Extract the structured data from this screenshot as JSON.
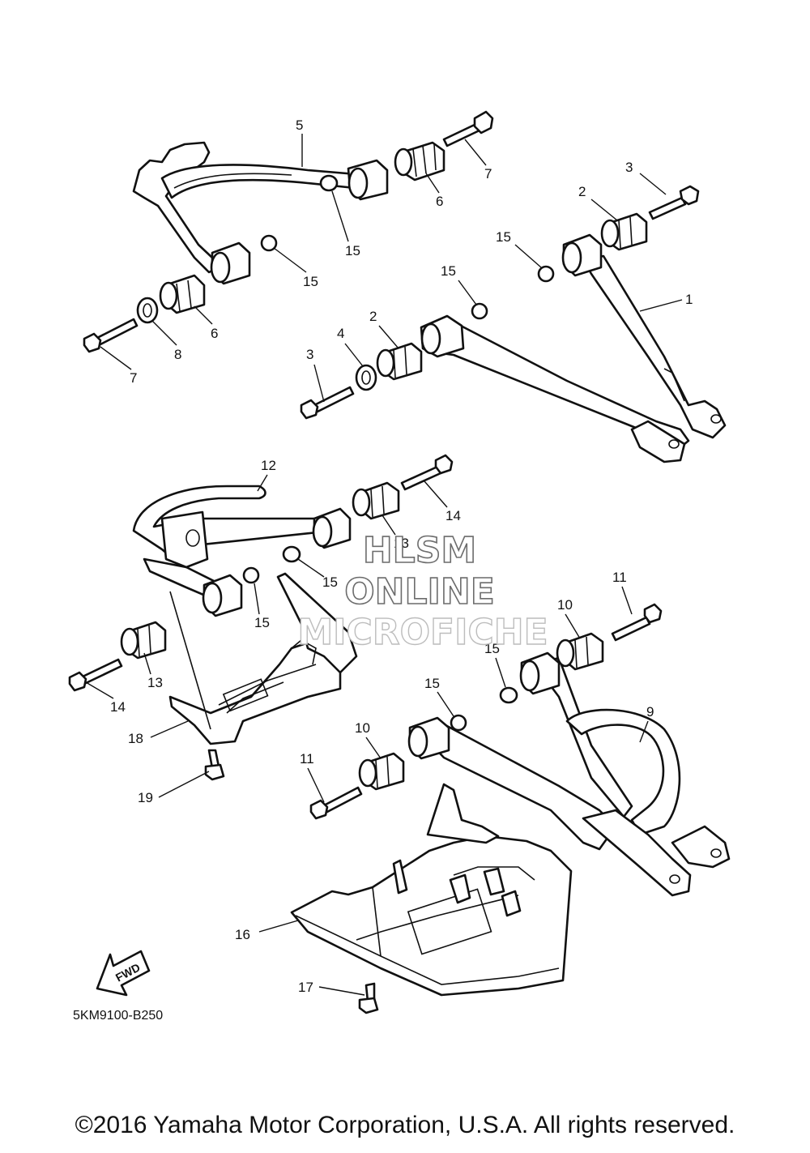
{
  "diagram": {
    "callouts": [
      "1",
      "2",
      "3",
      "4",
      "5",
      "6",
      "7",
      "8",
      "9",
      "10",
      "11",
      "12",
      "13",
      "14",
      "15",
      "16",
      "17",
      "18",
      "19"
    ],
    "fwd_label": "FWD",
    "diagram_code": "5KM9100-B250"
  },
  "watermark": {
    "line1": "HLSM",
    "line2": "ONLINE",
    "line3": "MICROFICHE"
  },
  "copyright": "©2016 Yamaha Motor Corporation, U.S.A. All rights reserved."
}
